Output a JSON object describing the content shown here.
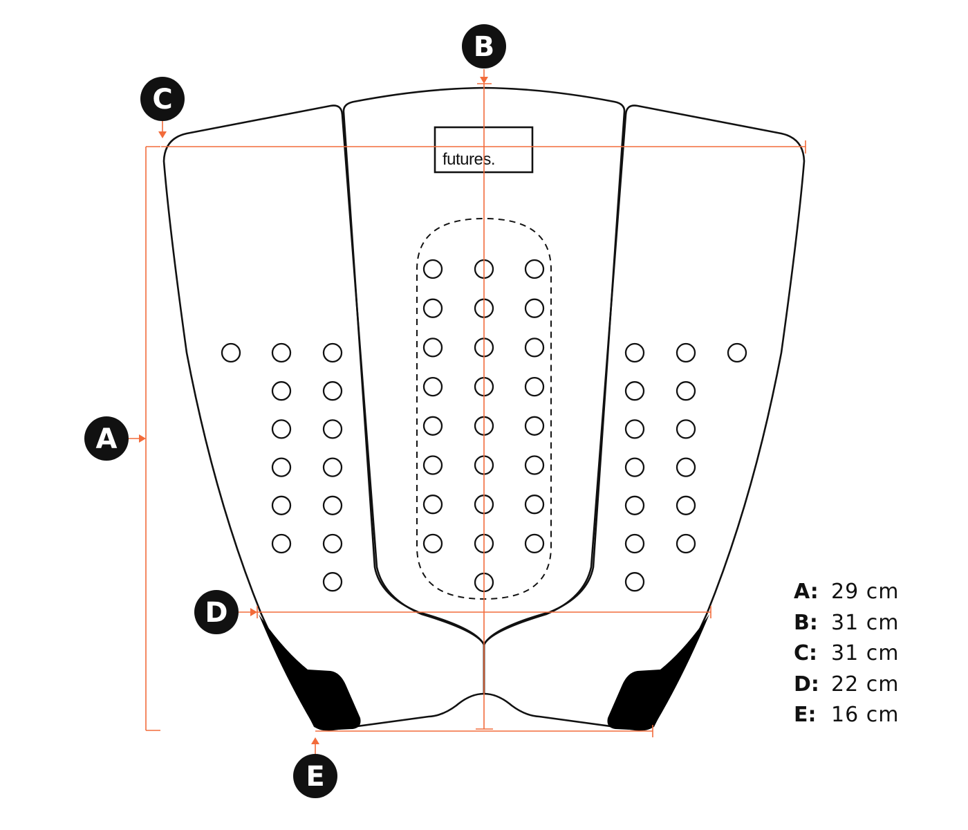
{
  "brand": {
    "logo_text": "futures."
  },
  "markers": [
    {
      "id": "A",
      "label": "A"
    },
    {
      "id": "B",
      "label": "B"
    },
    {
      "id": "C",
      "label": "C"
    },
    {
      "id": "D",
      "label": "D"
    },
    {
      "id": "E",
      "label": "E"
    }
  ],
  "legend": [
    {
      "key": "A:",
      "value": "29 cm"
    },
    {
      "key": "B:",
      "value": "31 cm"
    },
    {
      "key": "C:",
      "value": "31 cm"
    },
    {
      "key": "D:",
      "value": "22 cm"
    },
    {
      "key": "E:",
      "value": "16 cm"
    }
  ],
  "colors": {
    "outline": "#111111",
    "dimension": "#f26b3a",
    "badge": "#111111",
    "kick": "#000000"
  }
}
